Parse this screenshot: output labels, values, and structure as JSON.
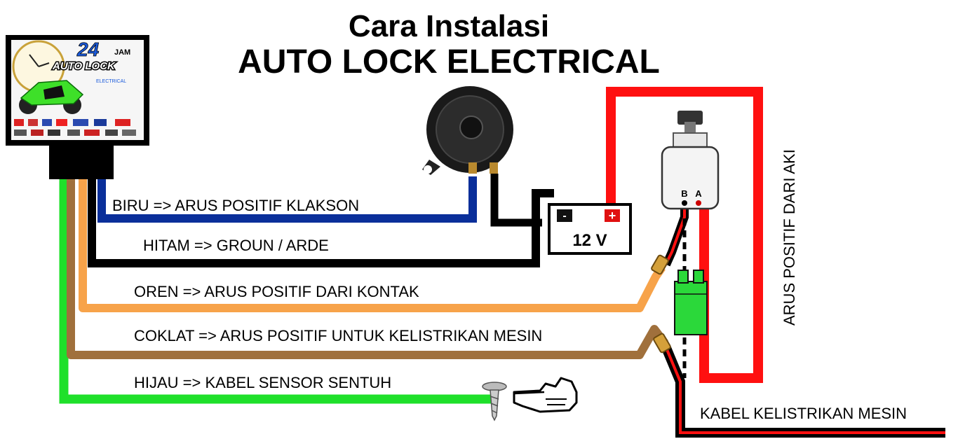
{
  "title": {
    "line1": "Cara Instalasi",
    "line2": "AUTO LOCK ELECTRICAL"
  },
  "device": {
    "number": "24",
    "unit": "JAM",
    "name": "AUTO LOCK",
    "sub": "ELECTRICAL"
  },
  "battery": {
    "voltage": "12 V",
    "neg": "-",
    "pos": "+"
  },
  "switch": {
    "pin_b": "B",
    "pin_a": "A"
  },
  "wires": [
    {
      "label": "BIRU => ARUS POSITIF KLAKSON",
      "color": "#0a2f9a"
    },
    {
      "label": "HITAM => GROUN / ARDE",
      "color": "#000000"
    },
    {
      "label": "OREN => ARUS POSITIF DARI KONTAK",
      "color": "#f7a34a"
    },
    {
      "label": "COKLAT => ARUS POSITIF UNTUK KELISTRIKAN MESIN",
      "color": "#a0703c"
    },
    {
      "label": "HIJAU => KABEL SENSOR SENTUH",
      "color": "#1fe02a"
    }
  ],
  "side_label": "ARUS POSITIF DARI AKI",
  "engine_label": "KABEL KELISTRIKAN MESIN",
  "colors": {
    "red": "#ff1010",
    "connector": "#2bd83a"
  }
}
